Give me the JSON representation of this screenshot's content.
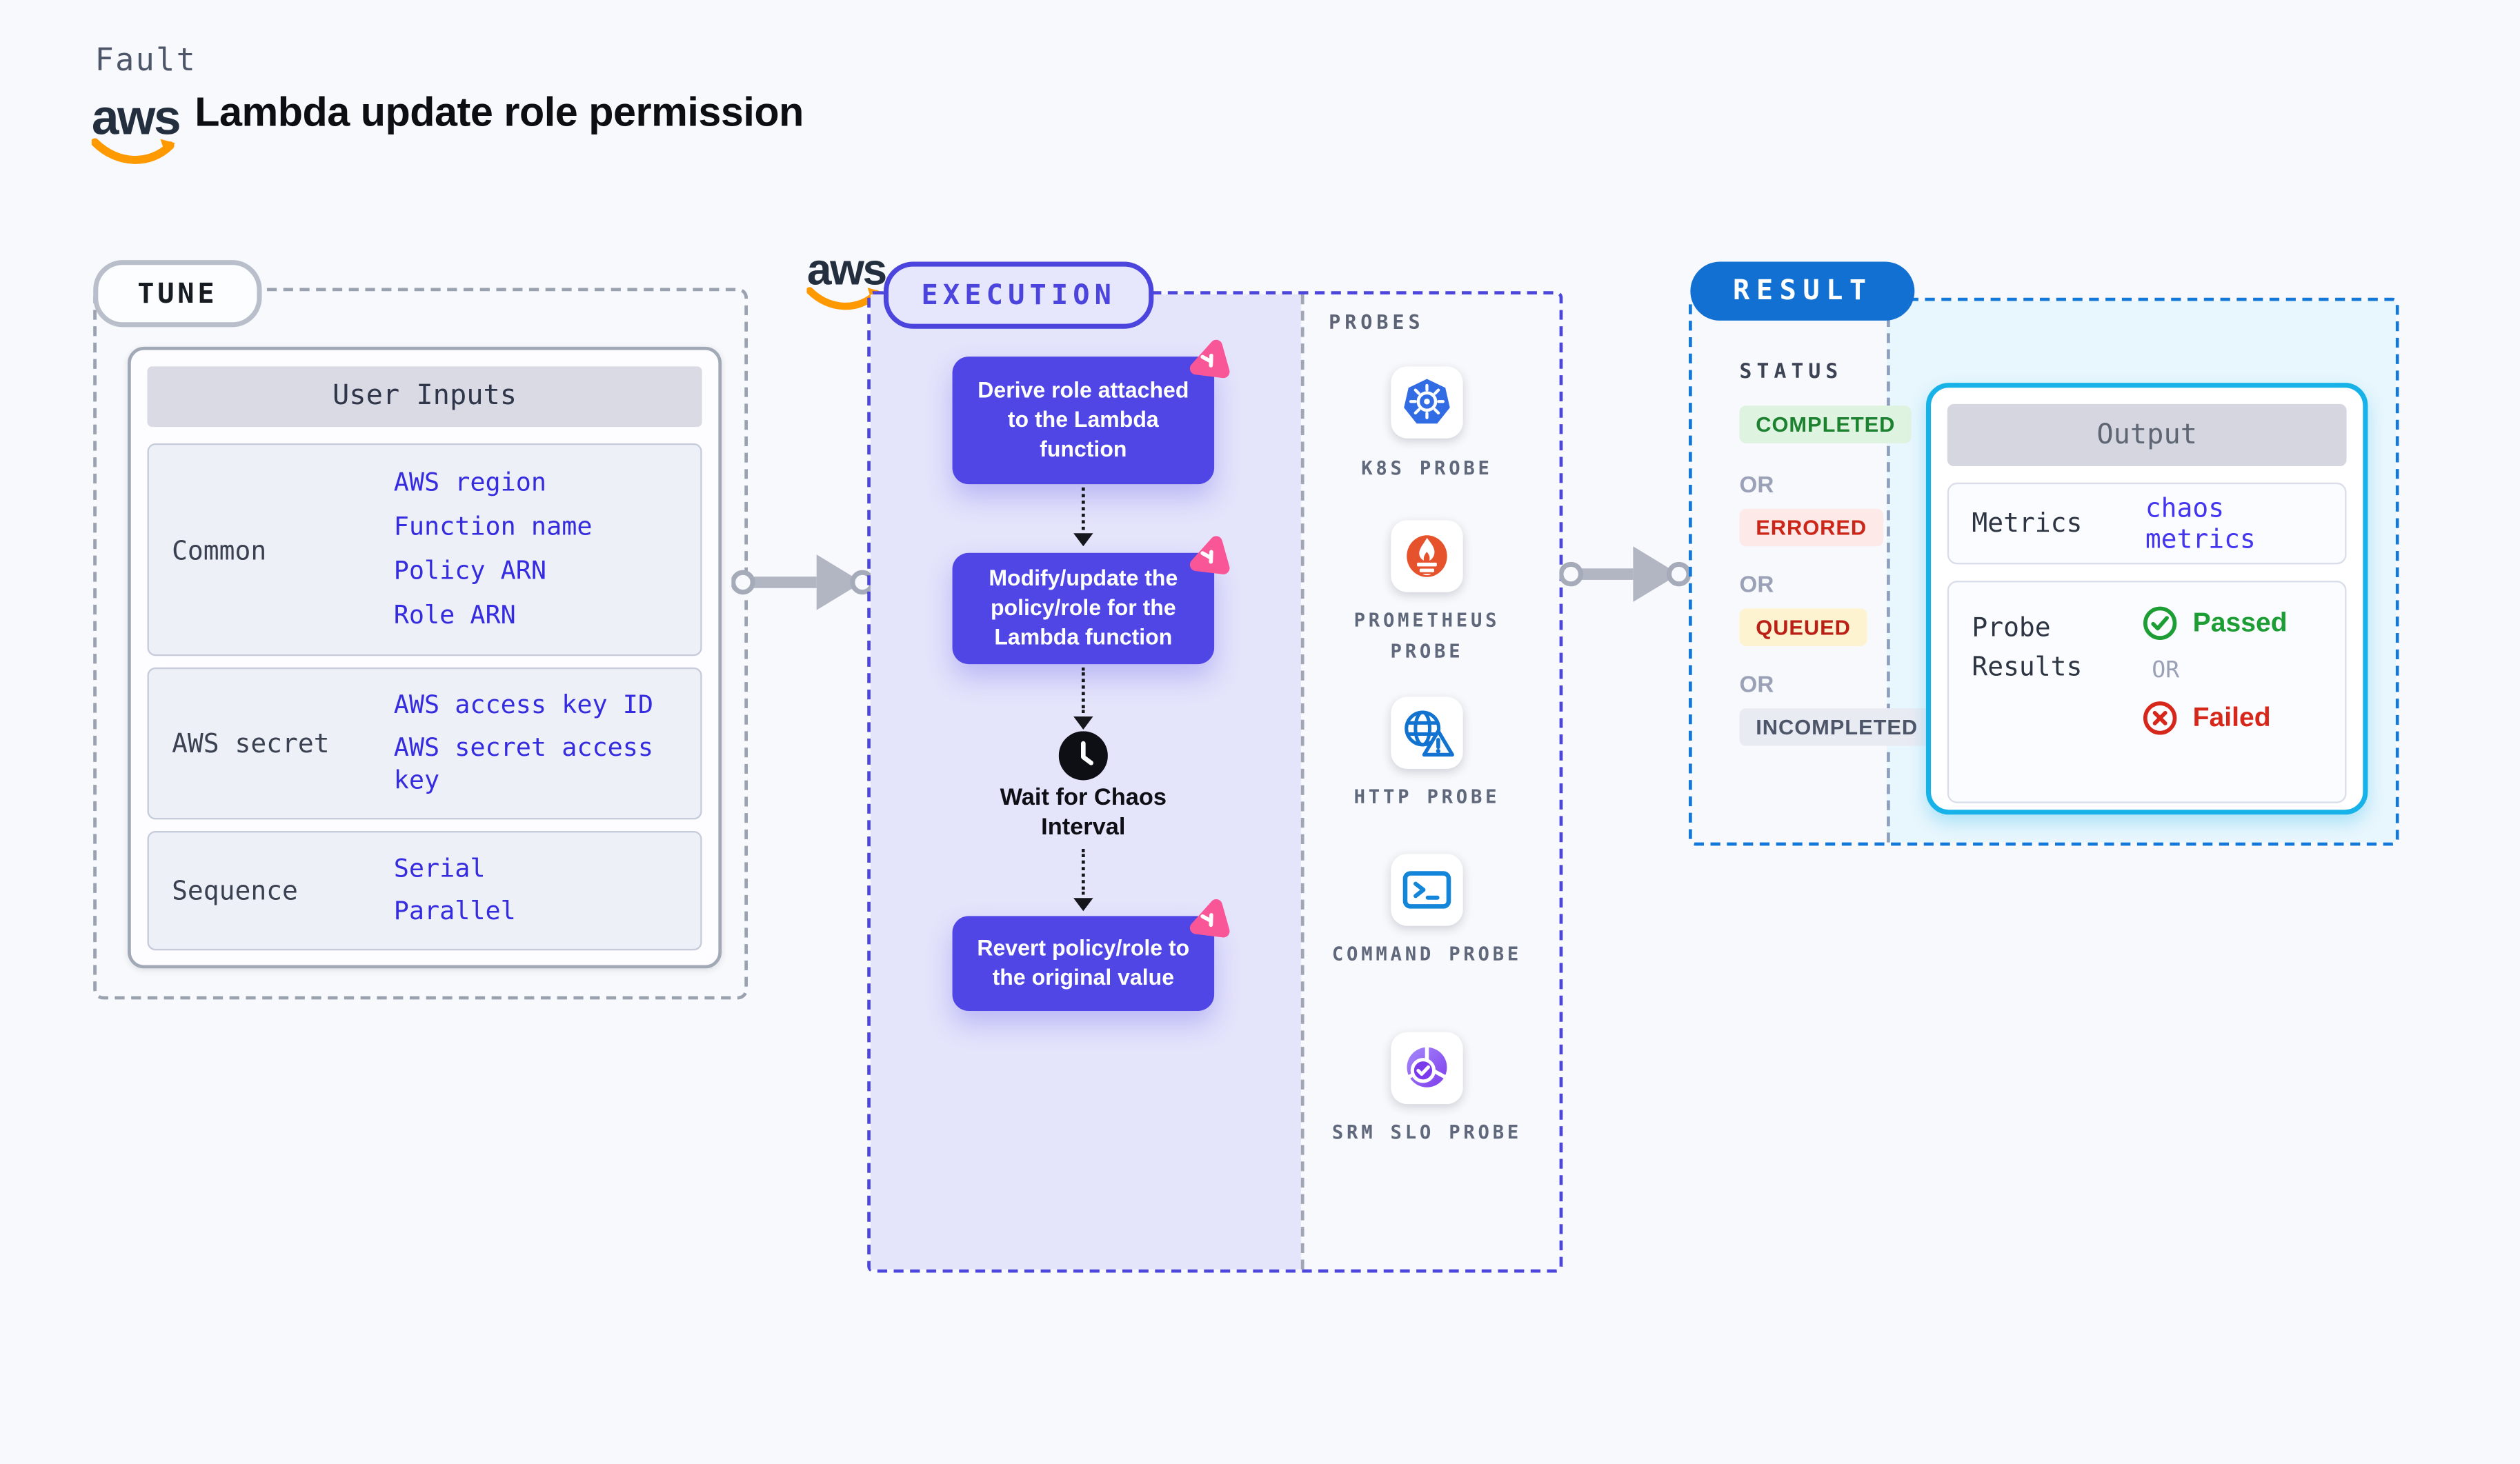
{
  "page": {
    "background": "#f8f9fc"
  },
  "header": {
    "eyebrow": "Fault",
    "title": "Lambda update role permission",
    "aws_logo_text": "aws",
    "aws_navy": "#232f3e",
    "aws_orange": "#ff9900"
  },
  "tune": {
    "badge": "TUNE",
    "aws_logo_text": "aws",
    "user_inputs": {
      "title": "User Inputs",
      "groups": [
        {
          "label": "Common",
          "links": [
            "AWS region",
            "Function name",
            "Policy ARN",
            "Role ARN"
          ]
        },
        {
          "label": "AWS secret",
          "links": [
            "AWS access key ID",
            "AWS secret access key"
          ]
        },
        {
          "label": "Sequence",
          "links": [
            "Serial",
            "Parallel"
          ]
        }
      ],
      "link_color": "#352cdf"
    }
  },
  "execution": {
    "badge": "EXECUTION",
    "accent": "#4f46e5",
    "steps": [
      {
        "label": "Derive role attached to the Lambda function"
      },
      {
        "label": "Modify/update the policy/role for the Lambda function"
      },
      {
        "label": "Revert policy/role to the original value"
      }
    ],
    "wait_label": "Wait for Chaos Interval",
    "probes": {
      "title": "PROBES",
      "items": [
        {
          "label": "K8S PROBE",
          "icon": "kubernetes-icon",
          "color": "#326ce5"
        },
        {
          "label": "PROMETHEUS PROBE",
          "icon": "prometheus-icon",
          "color": "#e6522c"
        },
        {
          "label": "HTTP PROBE",
          "icon": "http-globe-warning-icon",
          "color": "#1173cf"
        },
        {
          "label": "COMMAND PROBE",
          "icon": "terminal-icon",
          "color": "#1386da"
        },
        {
          "label": "SRM SLO PROBE",
          "icon": "srm-slo-pie-check-icon",
          "color": "#7c3aed"
        }
      ]
    }
  },
  "result": {
    "badge": "RESULT",
    "accent": "#1170d2",
    "status": {
      "title": "STATUS",
      "separator": "OR",
      "badges": [
        {
          "label": "COMPLETED",
          "fg": "#1d8230",
          "bg": "#def3e0"
        },
        {
          "label": "ERRORED",
          "fg": "#cb2618",
          "bg": "#fce9e8"
        },
        {
          "label": "QUEUED",
          "fg": "#bb2016",
          "bg": "#fdf3d0"
        },
        {
          "label": "INCOMPLETED",
          "fg": "#4d5568",
          "bg": "#e9ebf3"
        }
      ]
    },
    "output": {
      "title": "Output",
      "metrics_label": "Metrics",
      "metrics_link": "chaos metrics",
      "probe_results_label": "Probe Results",
      "passed": "Passed",
      "separator": "OR",
      "failed": "Failed",
      "passed_color": "#1d9e35",
      "failed_color": "#d7271a",
      "link_color": "#4335f0",
      "border_color": "#16b2e8"
    }
  }
}
